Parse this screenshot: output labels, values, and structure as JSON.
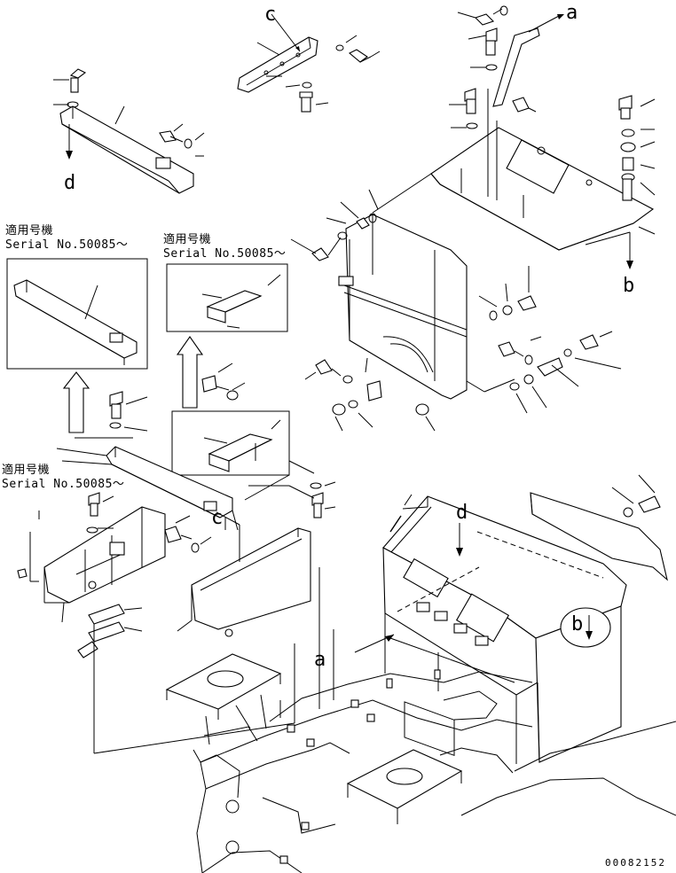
{
  "refs": {
    "c_top": "c",
    "a_top": "a",
    "d_left": "d",
    "b_right": "b",
    "d_cab": "d",
    "b_cab": "b",
    "c_mid": "c",
    "a_bottom": "a"
  },
  "notes": [
    {
      "line1": "適用号機",
      "line2": "Serial No.50085～"
    },
    {
      "line1": "適用号機",
      "line2": "Serial No.50085～"
    },
    {
      "line1": "適用号機",
      "line2": "Serial No.50085～"
    }
  ],
  "doc_number": "00082152",
  "colors": {
    "line": "#000000",
    "background": "#ffffff"
  }
}
